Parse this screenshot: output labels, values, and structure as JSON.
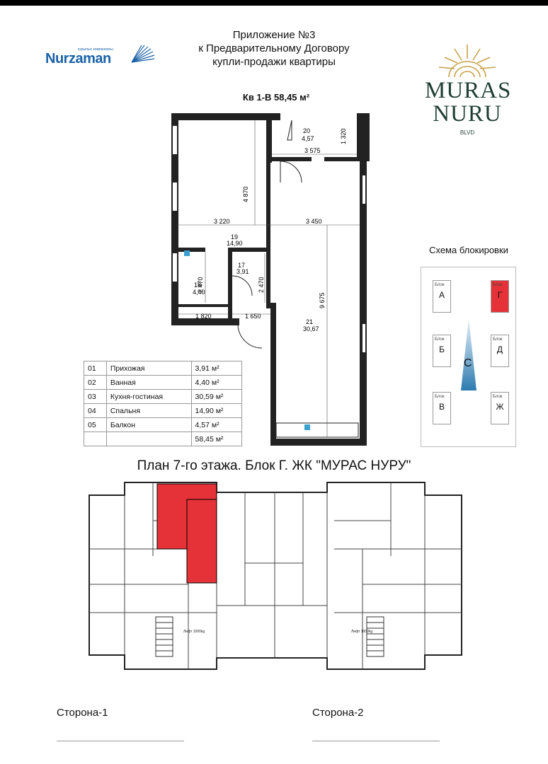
{
  "header": {
    "title_lines": [
      "Приложение №3",
      "к Предварительному Договору",
      "купли-продажи квартиры"
    ],
    "apartment": "Кв 1-В  58,45 м²"
  },
  "logos": {
    "left_small": "курылыс компаниясы",
    "left": "Nurzaman",
    "right_line1": "MURAS",
    "right_line2": "NURU",
    "right_line3": "BLVD"
  },
  "plan": {
    "dims": [
      "1 320",
      "3 575",
      "4 870",
      "3 220",
      "3 450",
      "2 470",
      "2 470",
      "9 675",
      "1 820",
      "1 650"
    ],
    "rooms": [
      {
        "num": "20",
        "area": "4,57"
      },
      {
        "num": "19",
        "area": "14,90"
      },
      {
        "num": "17",
        "area": "3,91"
      },
      {
        "num": "18",
        "area": "4,40"
      },
      {
        "num": "21",
        "area": "30,67"
      }
    ]
  },
  "rooms_table": [
    {
      "code": "01",
      "name": "Прихожая",
      "area": "3,91 м²"
    },
    {
      "code": "02",
      "name": "Ванная",
      "area": "4,40 м²"
    },
    {
      "code": "03",
      "name": "Кухня-гостиная",
      "area": "30,59 м²"
    },
    {
      "code": "04",
      "name": "Спальня",
      "area": "14,90 м²"
    },
    {
      "code": "05",
      "name": "Балкон",
      "area": "4,57 м²"
    },
    {
      "code": "",
      "name": "",
      "area": "58,45 м²"
    }
  ],
  "schema": {
    "title": "Схема блокировки",
    "block_word": "Блок",
    "blocks": [
      "А",
      "Г",
      "Б",
      "Д",
      "В",
      "Ж"
    ],
    "active": "Г",
    "compass": "С",
    "active_color": "#e53238"
  },
  "floor_plan": {
    "title": "План 7-го этажа. Блок Г. ЖК \"МУРАС НУРУ\"",
    "lift_label": "Лифт 1000kg",
    "highlight_color": "#e53238"
  },
  "signatures": {
    "side1": "Сторона-1",
    "side2": "Сторона-2"
  }
}
